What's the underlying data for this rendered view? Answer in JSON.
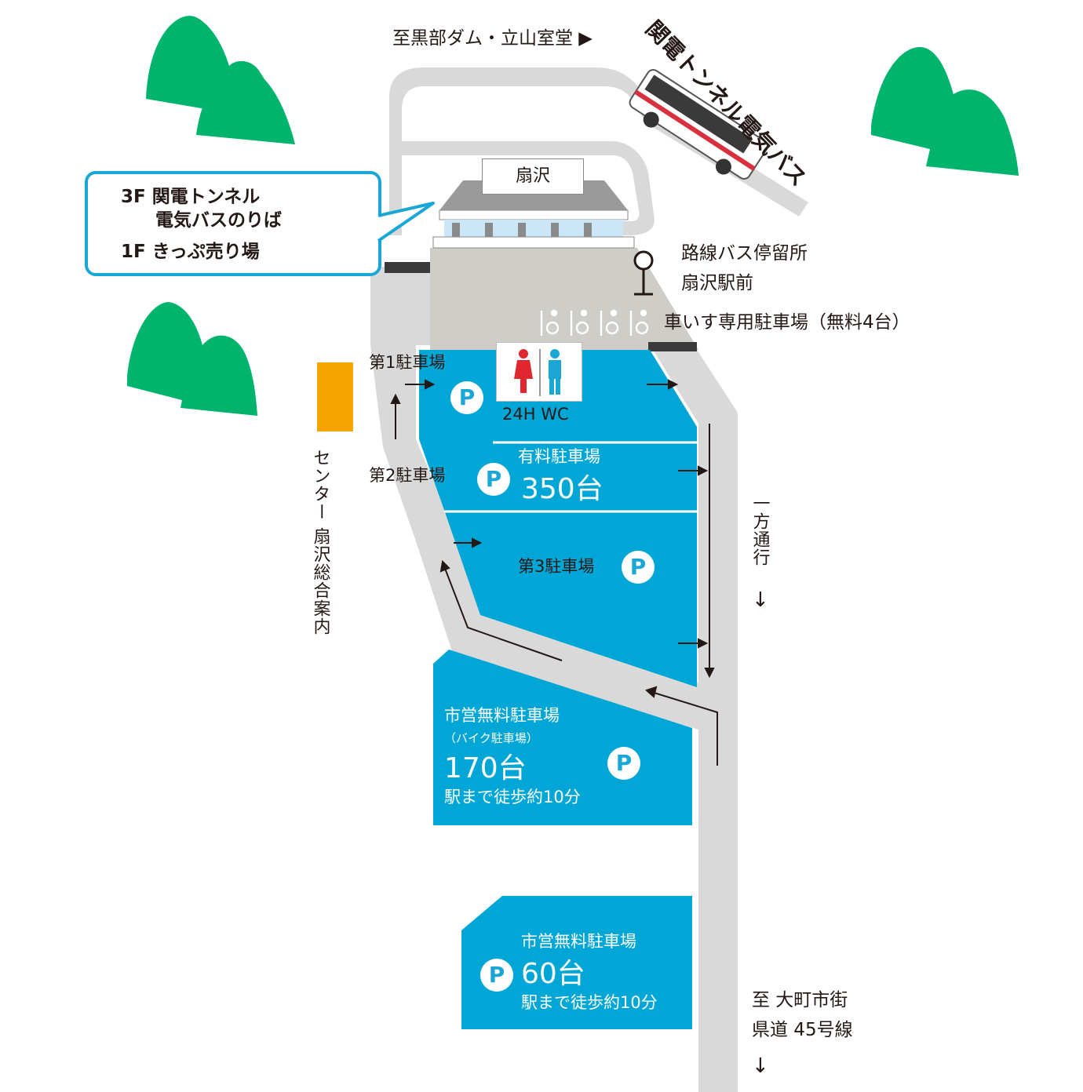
{
  "top_direction": "至黒部ダム・立山室堂 ▶",
  "bus_line": "関電トンネル電気バス",
  "station_name": "扇沢",
  "callout": {
    "line1": "3F 関電トンネル",
    "line2": "電気バスのりば",
    "line3": "1F きっぷ売り場"
  },
  "bus_stop": {
    "line1": "路線バス停留所",
    "line2": "扇沢駅前"
  },
  "wheelchair_parking": "車いす専用駐車場（無料4台）",
  "wc_label": "24H WC",
  "info_center": {
    "line1": "扇沢総合案内",
    "line2": "センター"
  },
  "parking": {
    "lot1": "第1駐車場",
    "lot2": "第2駐車場",
    "lot3": "第3駐車場",
    "paid_title": "有料駐車場",
    "paid_count": "350台",
    "muni1_title": "市営無料駐車場",
    "muni1_sub": "（バイク駐車場）",
    "muni1_count": "170台",
    "muni1_walk": "駅まで徒歩約10分",
    "muni2_title": "市営無料駐車場",
    "muni2_count": "60台",
    "muni2_walk": "駅まで徒歩約10分",
    "p_symbol": "P"
  },
  "one_way": "一方通行",
  "one_way_arrow": "↓",
  "bottom_direction": {
    "line1": "至 大町市街",
    "line2": "県道 45号線"
  },
  "bottom_arrow": "↓",
  "colors": {
    "tree": "#00b46e",
    "parking": "#00a6d6",
    "road": "#d9d9d9",
    "info_center": "#f5a400",
    "callout_border": "#1aa7d6",
    "plaza": "#cfcdc8"
  }
}
